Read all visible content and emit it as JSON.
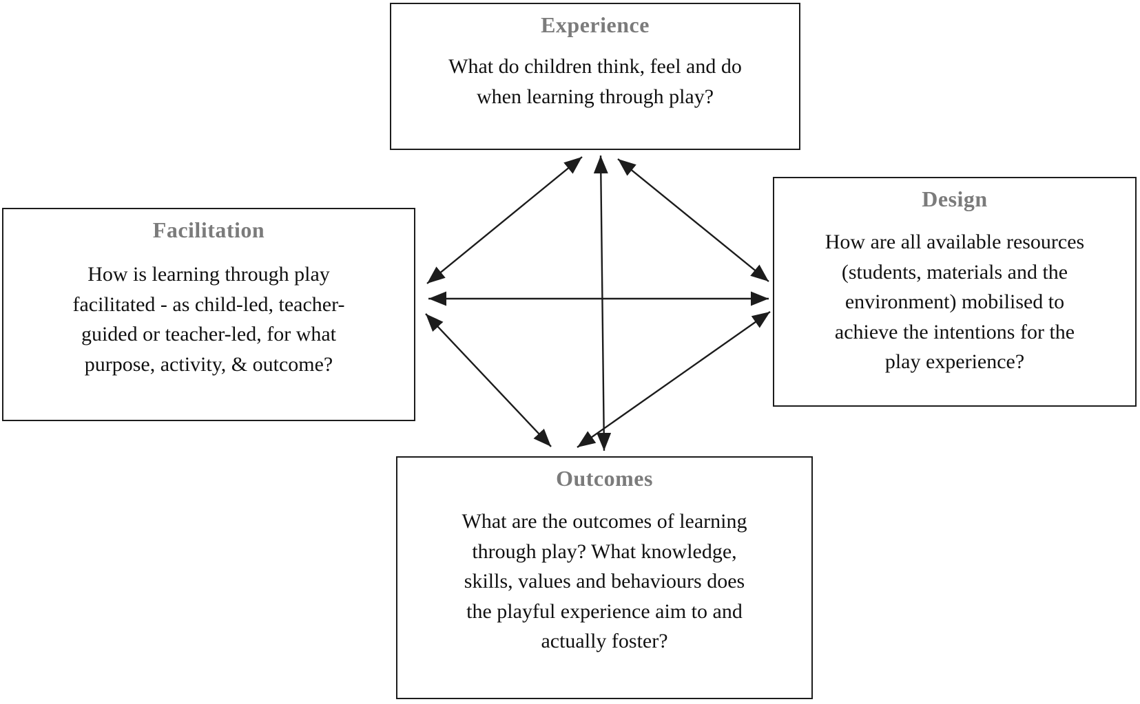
{
  "diagram": {
    "boxes": {
      "experience": {
        "title": "Experience",
        "body": "What do children think, feel and do\nwhen learning through play?"
      },
      "facilitation": {
        "title": "Facilitation",
        "body": "How is learning through play\nfacilitated - as child-led, teacher-\nguided or teacher-led, for what\npurpose, activity, & outcome?"
      },
      "design": {
        "title": "Design",
        "body": "How are all available resources\n(students, materials and the\nenvironment) mobilised to\nachieve the intentions for the\nplay experience?"
      },
      "outcomes": {
        "title": "Outcomes",
        "body": "What are the outcomes of learning\nthrough play? What knowledge,\nskills, values and behaviours does\nthe playful experience aim to and\nactually foster?"
      }
    },
    "arrows": [
      {
        "name": "experience-facilitation",
        "type": "double-headed"
      },
      {
        "name": "experience-outcomes",
        "type": "double-headed"
      },
      {
        "name": "experience-design",
        "type": "double-headed"
      },
      {
        "name": "facilitation-design",
        "type": "double-headed"
      },
      {
        "name": "facilitation-outcomes",
        "type": "double-headed"
      },
      {
        "name": "design-outcomes",
        "type": "double-headed"
      }
    ],
    "colors": {
      "title": "#7b7b7b",
      "body": "#111111",
      "border": "#1c1c1c",
      "arrow": "#1c1c1c",
      "background": "#ffffff"
    }
  }
}
